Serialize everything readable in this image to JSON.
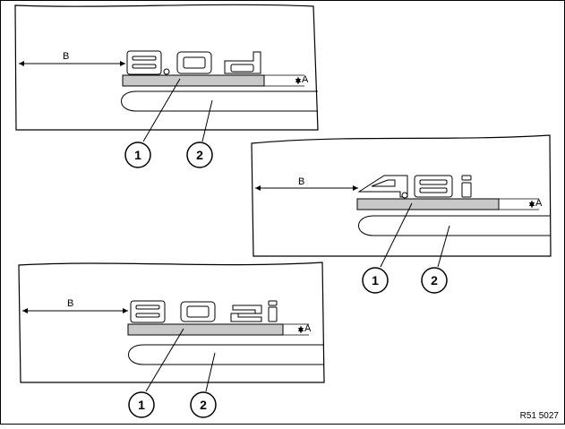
{
  "panels": [
    {
      "id": "panel-1",
      "emblem": "30d",
      "labels": {
        "dim_a": "A",
        "dim_b": "B",
        "callout_1": "1",
        "callout_2": "2"
      }
    },
    {
      "id": "panel-2",
      "emblem": "48i",
      "labels": {
        "dim_a": "A",
        "dim_b": "B",
        "callout_1": "1",
        "callout_2": "2"
      }
    },
    {
      "id": "panel-3",
      "emblem": "30si",
      "labels": {
        "dim_a": "A",
        "dim_b": "B",
        "callout_1": "1",
        "callout_2": "2"
      }
    }
  ],
  "reference": "R51 5027"
}
